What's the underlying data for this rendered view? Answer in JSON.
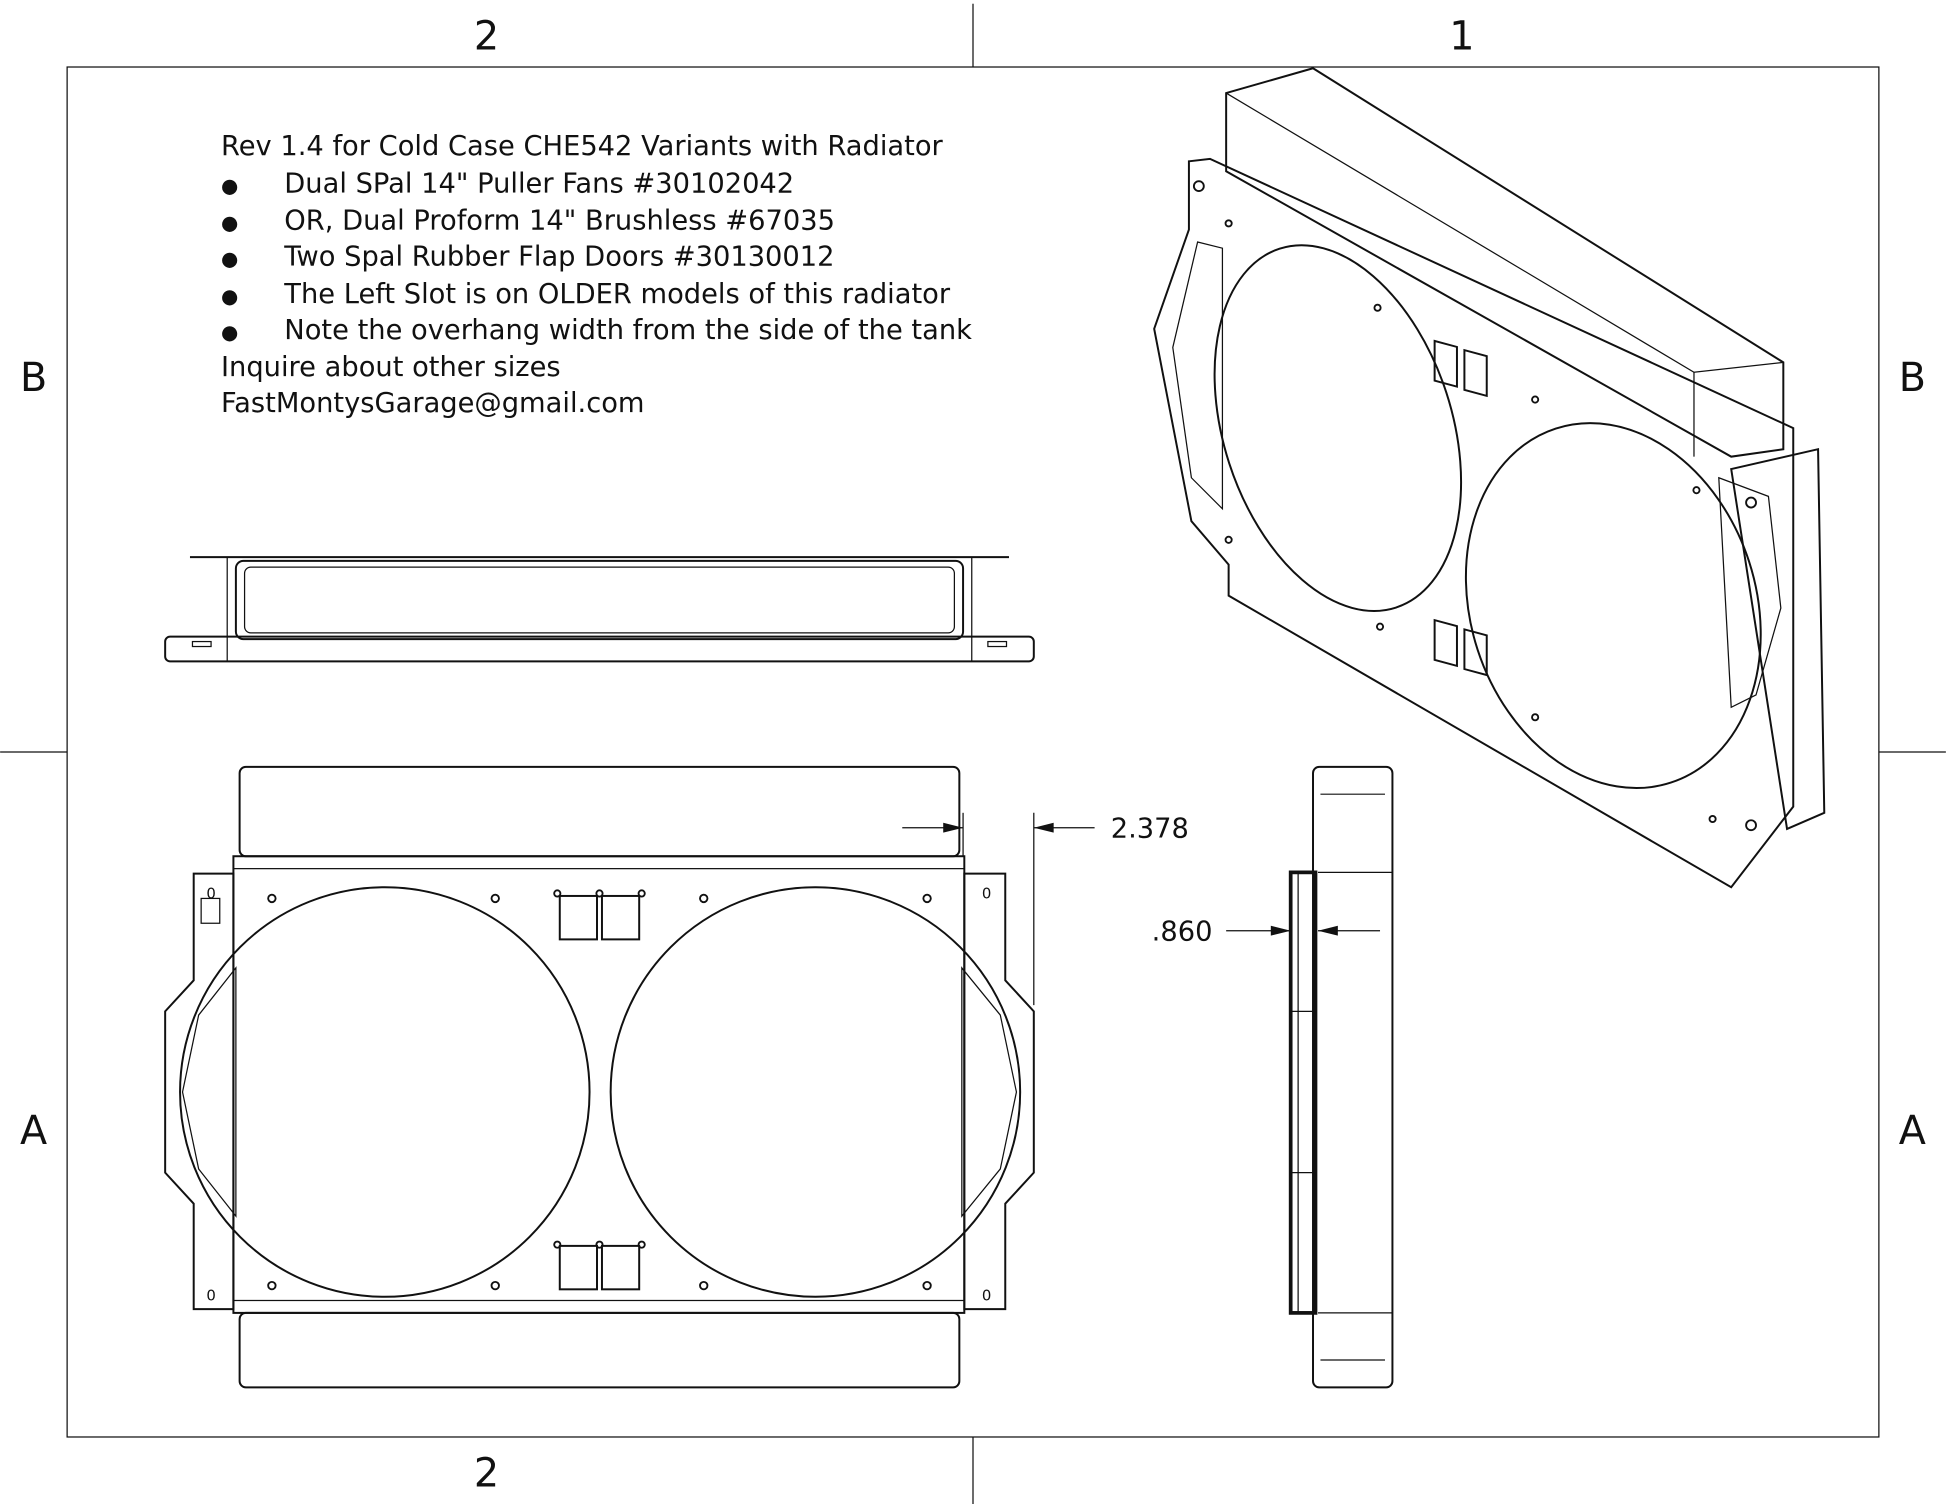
{
  "zones": {
    "top_left": "2",
    "top_right": "1",
    "bottom_left": "2",
    "left_top": "B",
    "left_bottom": "A",
    "right_top": "B",
    "right_bottom": "A"
  },
  "notes": {
    "title": "Rev 1.4 for Cold Case CHE542 Variants with Radiator",
    "bullet": "●",
    "bullets": [
      "Dual SPal 14\" Puller Fans #30102042",
      "OR, Dual Proform 14\" Brushless #67035",
      "Two Spal Rubber Flap Doors #30130012",
      "The Left Slot is on OLDER models of this radiator",
      "Note the overhang width from the side of the tank"
    ],
    "footer": [
      "Inquire about other sizes",
      "FastMontysGarage@gmail.com"
    ]
  },
  "dimensions": {
    "overhang": "2.378",
    "depth": ".860"
  },
  "hole_label": "0"
}
